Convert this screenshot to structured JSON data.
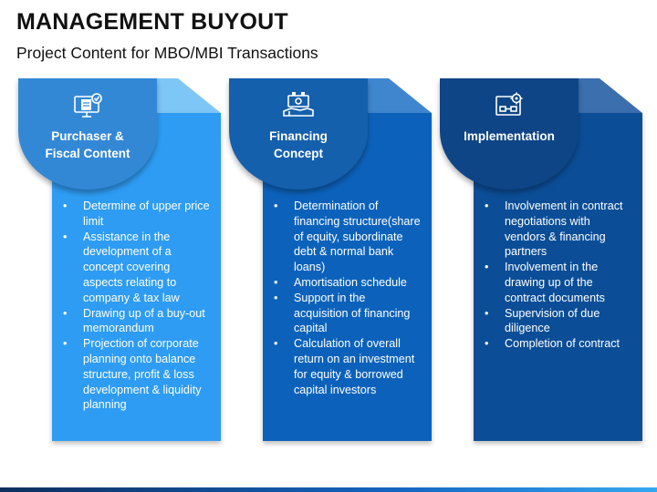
{
  "header": {
    "title": "MANAGEMENT BUYOUT",
    "subtitle": "Project Content for MBO/MBI Transactions"
  },
  "colors": {
    "card1_header": "#3388d6",
    "card1_body": "#2e9cf2",
    "card1_flap": "#7ec6f6",
    "card2_header": "#1560ad",
    "card2_body": "#0c62bb",
    "card2_flap": "#3f86cf",
    "card3_header": "#0e4586",
    "card3_body": "#0b4e97",
    "card3_flap": "#3b6fae"
  },
  "cards": [
    {
      "icon": "computer-document-icon",
      "title_line1": "Purchaser &",
      "title_line2": "Fiscal Content",
      "items": [
        "Determine of upper price limit",
        "Assistance in the development of a concept covering aspects relating to company & tax law",
        "Drawing up of a buy-out memorandum",
        "Projection of corporate planning onto balance structure, profit & loss development & liquidity planning"
      ]
    },
    {
      "icon": "money-hand-icon",
      "title_line1": "Financing",
      "title_line2": "Concept",
      "items": [
        "Determination of financing structure(share of equity, subordinate debt & normal bank loans)",
        "Amortisation schedule",
        "Support in the acquisition of financing capital",
        "Calculation of overall return on an investment for equity & borrowed capital investors"
      ]
    },
    {
      "icon": "workflow-gear-icon",
      "title_line1": "Implementation",
      "title_line2": "",
      "items": [
        "Involvement in contract negotiations with vendors & financing partners",
        "Involvement in the drawing up of the contract documents",
        "Supervision of due diligence",
        "Completion of contract"
      ]
    }
  ]
}
